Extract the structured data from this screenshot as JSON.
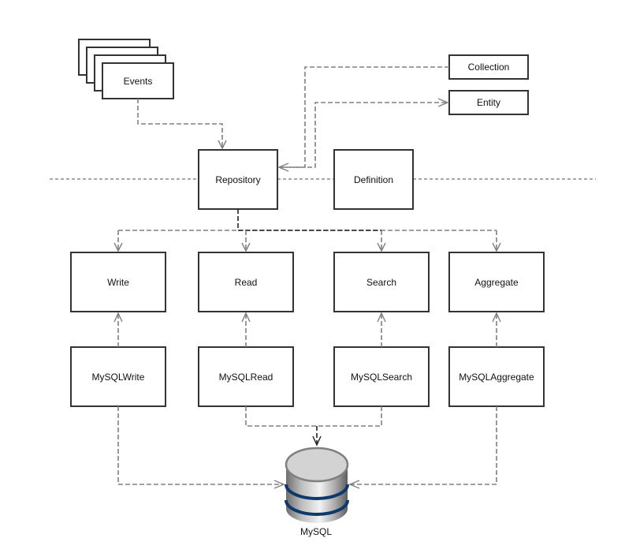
{
  "diagram": {
    "nodes": {
      "events": "Events",
      "collection": "Collection",
      "entity": "Entity",
      "repository": "Repository",
      "definition": "Definition",
      "write": "Write",
      "read": "Read",
      "search": "Search",
      "aggregate": "Aggregate",
      "mysql_write": "MySQLWrite",
      "mysql_read": "MySQLRead",
      "mysql_search": "MySQLSearch",
      "mysql_aggregate": "MySQLAggregate",
      "mysql": "MySQL"
    },
    "edges": [
      {
        "from": "Events",
        "to": "Repository"
      },
      {
        "from": "Collection",
        "to": "Repository"
      },
      {
        "from": "Repository",
        "to": "Entity"
      },
      {
        "from": "Repository",
        "to": "Write"
      },
      {
        "from": "Repository",
        "to": "Read"
      },
      {
        "from": "Repository",
        "to": "Search"
      },
      {
        "from": "Repository",
        "to": "Aggregate"
      },
      {
        "from": "MySQLWrite",
        "to": "Write"
      },
      {
        "from": "MySQLRead",
        "to": "Read"
      },
      {
        "from": "MySQLSearch",
        "to": "Search"
      },
      {
        "from": "MySQLAggregate",
        "to": "Aggregate"
      },
      {
        "from": "MySQLWrite",
        "to": "MySQL"
      },
      {
        "from": "MySQLRead",
        "to": "MySQL"
      },
      {
        "from": "MySQLSearch",
        "to": "MySQL"
      },
      {
        "from": "MySQLAggregate",
        "to": "MySQL"
      }
    ],
    "colors": {
      "db_band": "#0d3a6b",
      "db_top": "#d3d3d3"
    }
  }
}
